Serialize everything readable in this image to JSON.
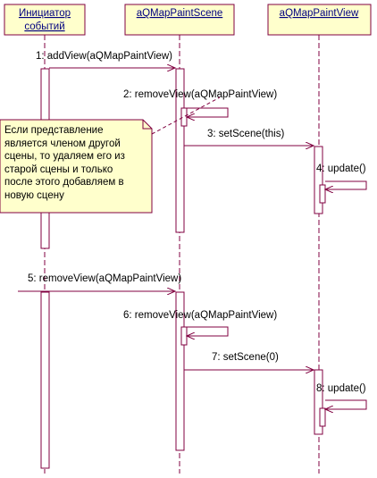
{
  "colors": {
    "line": "#800040",
    "box_fill": "#ffffcc",
    "note_border": "#800040",
    "lifeline_text": "#000080",
    "text": "#000000"
  },
  "lifelines": [
    {
      "id": "initiator",
      "lines": [
        "Инициатор",
        "событий"
      ]
    },
    {
      "id": "scene",
      "lines": [
        "aQMapPaintScene"
      ]
    },
    {
      "id": "view",
      "lines": [
        "aQMapPaintView"
      ]
    }
  ],
  "messages": [
    {
      "id": "m1",
      "label": "1: addView(aQMapPaintView)",
      "kind": "call"
    },
    {
      "id": "m2",
      "label": "2: removeView(aQMapPaintView)",
      "kind": "self"
    },
    {
      "id": "m3",
      "label": "3: setScene(this)",
      "kind": "call"
    },
    {
      "id": "m4",
      "label": "4: update()",
      "kind": "self"
    },
    {
      "id": "m5",
      "label": "5: removeView(aQMapPaintView)",
      "kind": "call"
    },
    {
      "id": "m6",
      "label": "6: removeView(aQMapPaintView)",
      "kind": "self"
    },
    {
      "id": "m7",
      "label": "7: setScene(0)",
      "kind": "call"
    },
    {
      "id": "m8",
      "label": "8: update()",
      "kind": "self"
    }
  ],
  "note": {
    "lines": [
      "Если представление",
      "является членом другой",
      "сцены, то удаляем его из",
      "старой сцены и только",
      "после этого добавляем в",
      "новую сцену"
    ]
  }
}
